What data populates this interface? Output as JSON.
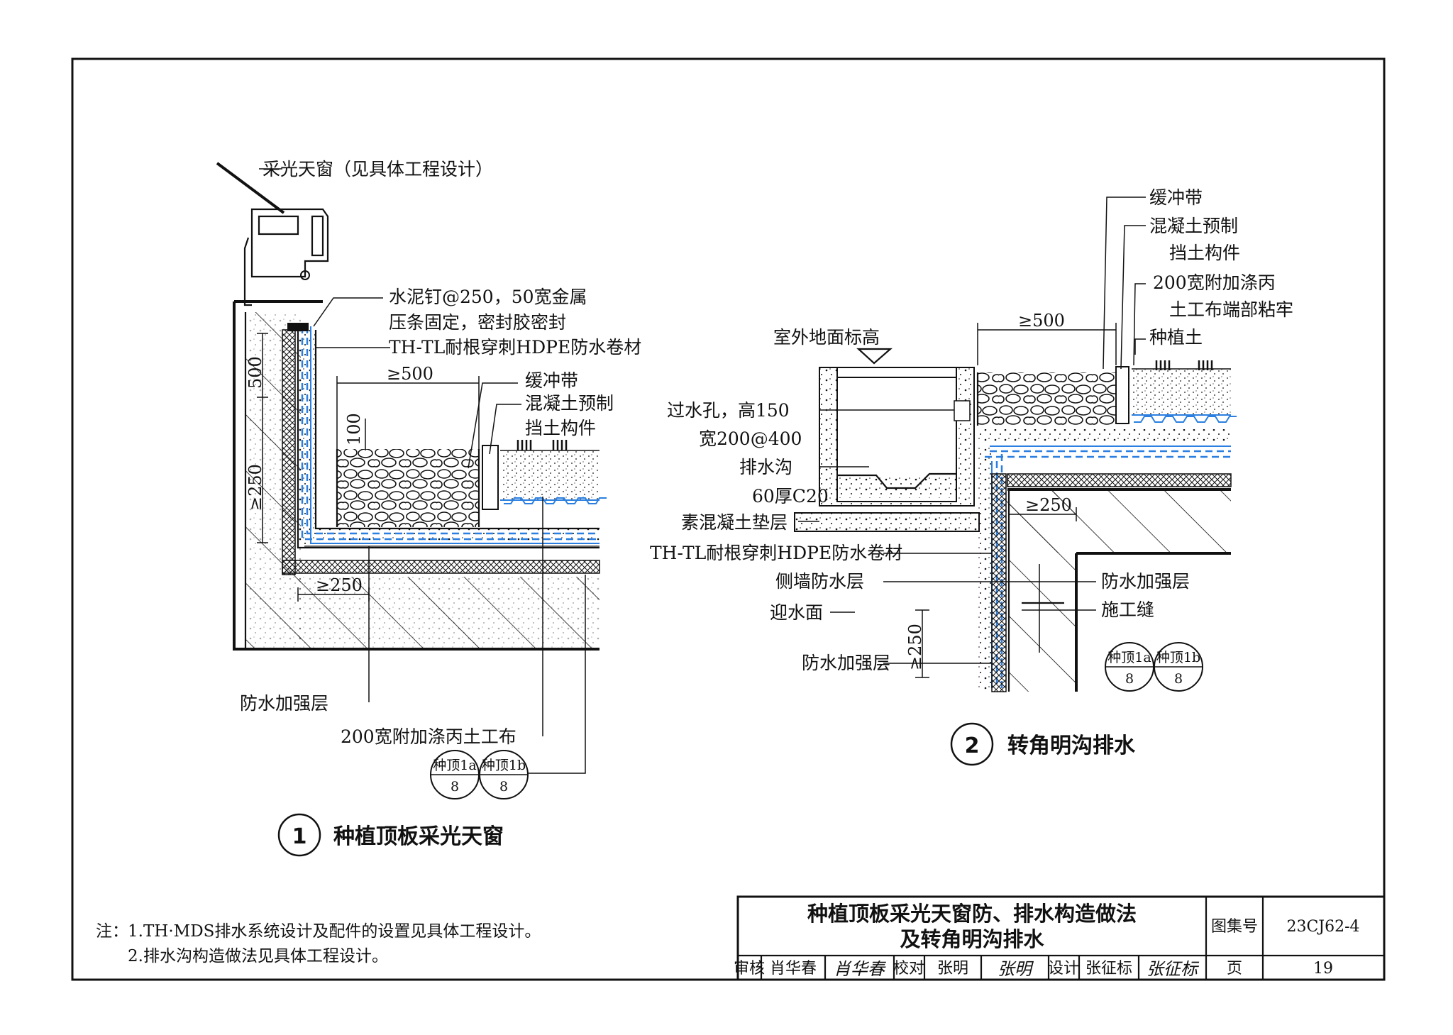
{
  "detail1": {
    "labels": {
      "skylight": "采光天窗（见具体工程设计）",
      "nail_line1": "水泥钉@250，50宽金属",
      "nail_line2": "压条固定，密封胶密封",
      "membrane": "TH-TL耐根穿刺HDPE防水卷材",
      "buffer": "缓冲带",
      "retain_line1": "混凝土预制",
      "retain_line2": "挡土构件",
      "reinforce": "防水加强层",
      "geotextile": "200宽附加涤丙土工布"
    },
    "dims": {
      "d500": "500",
      "d250v": "≥250",
      "d500h": "≥500",
      "d100": "100",
      "d250h": "≥250"
    },
    "refs": [
      {
        "top": "种顶1a",
        "bottom": "8"
      },
      {
        "top": "种顶1b",
        "bottom": "8"
      }
    ],
    "number": "1",
    "title": "种植顶板采光天窗"
  },
  "detail2": {
    "labels": {
      "buffer": "缓冲带",
      "retain_line1": "混凝土预制",
      "retain_line2": "挡土构件",
      "geo_line1": "200宽附加涤丙",
      "geo_line2": "土工布端部粘牢",
      "soil": "种植土",
      "grade": "室外地面标高",
      "hole_line1": "过水孔，高150",
      "hole_line2": "宽200@400",
      "ditch": "排水沟",
      "c20": "60厚C20",
      "cushion": "素混凝土垫层",
      "membrane": "TH-TL耐根穿刺HDPE防水卷材",
      "sidewall": "侧墙防水层",
      "facing": "迎水面",
      "reinforce_left": "防水加强层",
      "reinforce_right": "防水加强层",
      "joint": "施工缝"
    },
    "dims": {
      "d500h": "≥500",
      "d250h": "≥250",
      "d250v": "≥250"
    },
    "refs": [
      {
        "top": "种顶1a",
        "bottom": "8"
      },
      {
        "top": "种顶1b",
        "bottom": "8"
      }
    ],
    "number": "2",
    "title": "转角明沟排水"
  },
  "notes": {
    "label": "注：",
    "line1": "1.TH·MDS排水系统设计及配件的设置见具体工程设计。",
    "line2": "2.排水沟构造做法见具体工程设计。"
  },
  "title_block": {
    "title_line1": "种植顶板采光天窗防、排水构造做法",
    "title_line2": "及转角明沟排水",
    "atlas_label": "图集号",
    "atlas_no": "23CJ62-4",
    "review_label": "审核",
    "reviewer": "肖华春",
    "check_label": "校对",
    "checker": "张明",
    "design_label": "设计",
    "designer": "张征标",
    "page_label": "页",
    "page_no": "19"
  }
}
